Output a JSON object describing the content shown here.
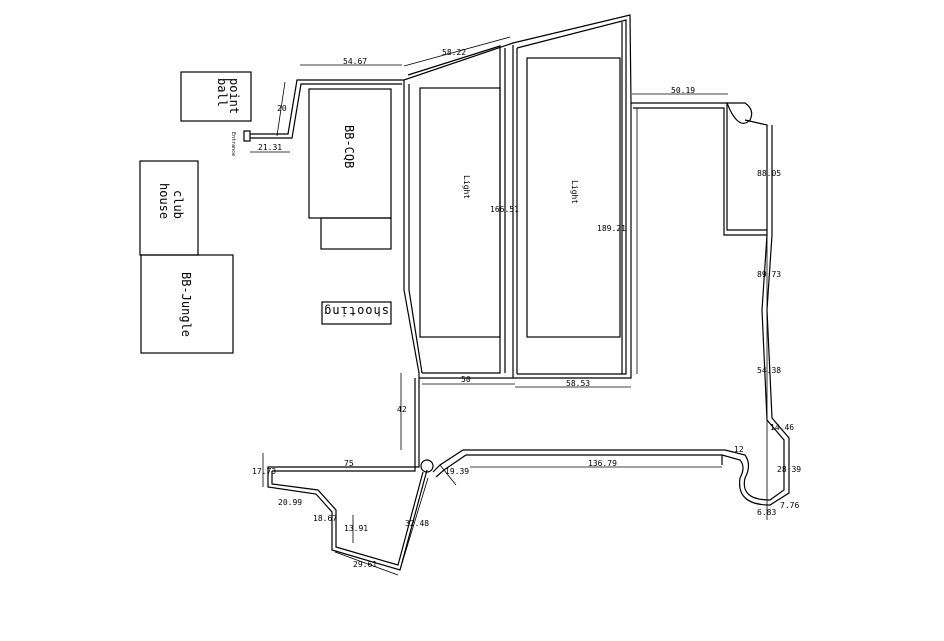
{
  "areas": {
    "paintball": "point ball",
    "bb_cqb": "BB-CQB",
    "club_house_1": "club",
    "club_house_2": "house",
    "bb_jungle": "BB-Jungle",
    "shooting": "shooting",
    "hall_left": "Light",
    "hall_right": "Light",
    "small_post": "Entrance"
  },
  "dimensions": {
    "d1": "54.67",
    "d2": "58.22",
    "d3": "20",
    "d4": "21.31",
    "d5": "166.51",
    "d6": "189.21",
    "d7": "50.19",
    "d8": "88.05",
    "d9": "89.73",
    "d10": "54.38",
    "d11": "14.46",
    "d12": "28.39",
    "d13": "7.76",
    "d14": "6.83",
    "d15": "12",
    "d16": "136.79",
    "d17": "19.39",
    "d18": "75",
    "d19": "42",
    "d20": "50",
    "d21": "58.53",
    "d22": "17.73",
    "d23": "20.99",
    "d24": "18.67",
    "d25": "13.91",
    "d26": "32.48",
    "d27": "29.61"
  }
}
